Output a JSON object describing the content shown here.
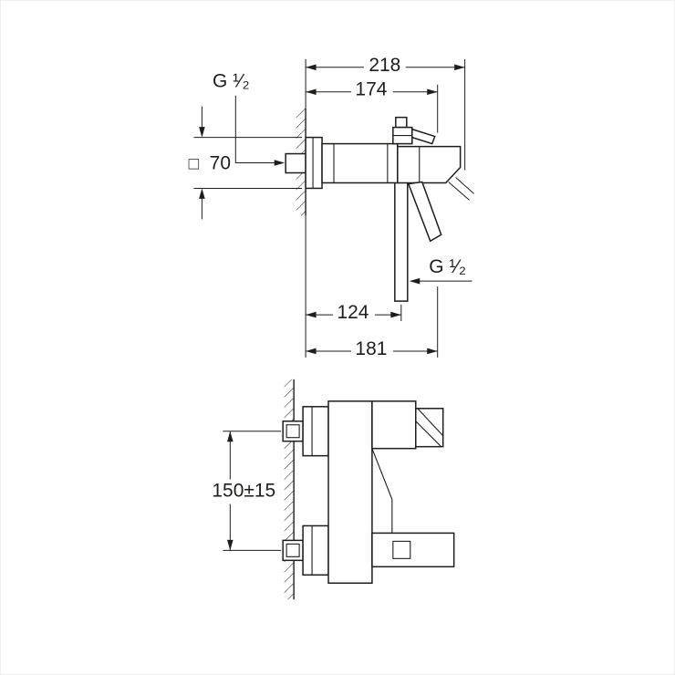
{
  "meta": {
    "background_color": "#ffffff",
    "line_color": "#1d1d1b",
    "drawing_type": "faucet installation dimension drawing"
  },
  "side_view": {
    "dim_width_total": "218",
    "dim_width_inner": "174",
    "thread_label_top": "G ¹⁄₂",
    "square_symbol": "□",
    "dim_square": "70",
    "thread_label_bottom": "G ¹⁄₂",
    "dim_outlet": "124",
    "dim_handle": "181"
  },
  "plan_view": {
    "dim_mount_spacing": "150±15"
  }
}
